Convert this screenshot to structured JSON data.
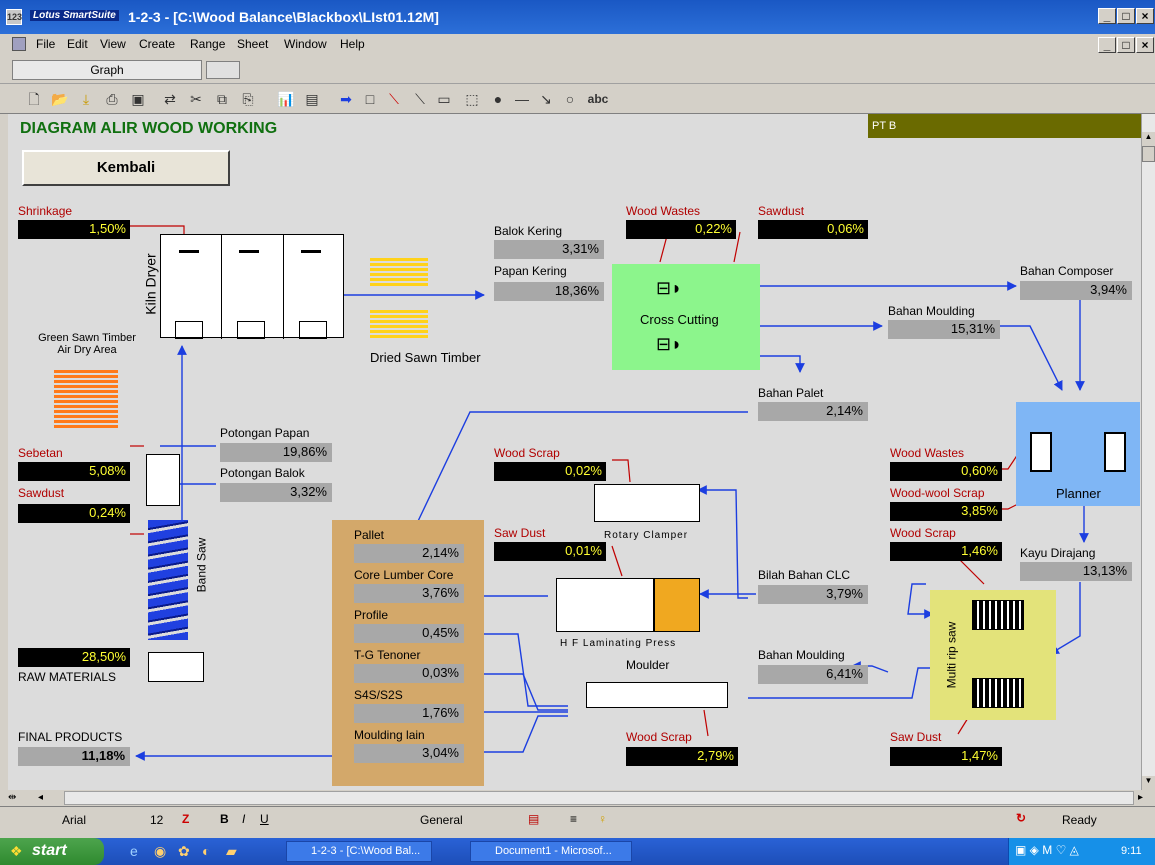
{
  "window": {
    "title": "1-2-3 - [C:\\Wood Balance\\Blackbox\\LIst01.12M]",
    "brand": "Lotus SmartSuite",
    "controls": [
      "_",
      "□",
      "×"
    ]
  },
  "menu": [
    "File",
    "Edit",
    "View",
    "Create",
    "Range",
    "Sheet",
    "Window",
    "Help"
  ],
  "graph_bar": {
    "label": "Graph"
  },
  "toolbar": {
    "text_tool": "abc"
  },
  "diagram": {
    "title": "DIAGRAM ALIR WOOD WORKING",
    "tag": "PT B",
    "back_button": "Kembali",
    "kiln_dryer": "Kiln Dryer",
    "air_dry_area": "Green Sawn Timber\nAir Dry Area",
    "dried_sawn_timber": "Dried Sawn Timber",
    "band_saw": "Band Saw",
    "cross_cutting": "Cross Cutting",
    "planner": "Planner",
    "rotary_clamper": "Rotary Clamper",
    "hf_press": "H F Laminating Press",
    "moulder": "Moulder",
    "multi_rip_saw": "Multi rip saw",
    "raw_materials": {
      "label": "RAW MATERIALS",
      "value": "28,50%"
    },
    "final_products": {
      "label": "FINAL PRODUCTS",
      "value": "11,18%"
    },
    "shrinkage": {
      "label": "Shrinkage",
      "value": "1,50%"
    },
    "sebetan": {
      "label": "Sebetan",
      "value": "5,08%"
    },
    "sawdust_left": {
      "label": "Sawdust",
      "value": "0,24%"
    },
    "potongan_papan": {
      "label": "Potongan Papan",
      "value": "19,86%"
    },
    "potongan_balok": {
      "label": "Potongan Balok",
      "value": "3,32%"
    },
    "balok_kering": {
      "label": "Balok Kering",
      "value": "3,31%"
    },
    "papan_kering": {
      "label": "Papan Kering",
      "value": "18,36%"
    },
    "wood_wastes_top": {
      "label": "Wood Wastes",
      "value": "0,22%"
    },
    "sawdust_top": {
      "label": "Sawdust",
      "value": "0,06%"
    },
    "bahan_composer": {
      "label": "Bahan Composer",
      "value": "3,94%"
    },
    "bahan_moulding_top": {
      "label": "Bahan Moulding",
      "value": "15,31%"
    },
    "bahan_palet": {
      "label": "Bahan Palet",
      "value": "2,14%"
    },
    "wood_wastes_right": {
      "label": "Wood Wastes",
      "value": "0,60%"
    },
    "wood_wool_scrap": {
      "label": "Wood-wool Scrap",
      "value": "3,85%"
    },
    "wood_scrap_right": {
      "label": "Wood Scrap",
      "value": "1,46%"
    },
    "kayu_dirajang": {
      "label": "Kayu Dirajang",
      "value": "13,13%"
    },
    "saw_dust_right": {
      "label": "Saw Dust",
      "value": "1,47%"
    },
    "wood_scrap_mid": {
      "label": "Wood Scrap",
      "value": "0,02%"
    },
    "saw_dust_mid": {
      "label": "Saw Dust",
      "value": "0,01%"
    },
    "bilah_bahan_clc": {
      "label": "Bilah Bahan CLC",
      "value": "3,79%"
    },
    "bahan_moulding_bottom": {
      "label": "Bahan Moulding",
      "value": "6,41%"
    },
    "wood_scrap_bottom": {
      "label": "Wood Scrap",
      "value": "2,79%"
    },
    "products": [
      {
        "label": "Pallet",
        "value": "2,14%"
      },
      {
        "label": "Core Lumber Core",
        "value": "3,76%"
      },
      {
        "label": "Profile",
        "value": "0,45%"
      },
      {
        "label": "T-G Tenoner",
        "value": "0,03%"
      },
      {
        "label": "S4S/S2S",
        "value": "1,76%"
      },
      {
        "label": "Moulding lain",
        "value": "3,04%"
      }
    ]
  },
  "statusbar": {
    "font": "Arial",
    "size": "12",
    "bold": "B",
    "italic": "I",
    "underline": "U",
    "format": "General",
    "status": "Ready"
  },
  "taskbar": {
    "start": "start",
    "tasks": [
      "1-2-3 - [C:\\Wood Bal...",
      "Document1 - Microsof..."
    ],
    "clock": "9:11"
  },
  "colors": {
    "title_green": "#107010",
    "value_yellow": "#ffff33",
    "arrow_blue": "#1c3ee0",
    "link_red": "#c00000",
    "cross_cutting_bg": "#8cf58c",
    "planner_bg": "#7fb6f5",
    "rip_saw_bg": "#e3e37a",
    "product_panel_bg": "#d3a86a"
  }
}
